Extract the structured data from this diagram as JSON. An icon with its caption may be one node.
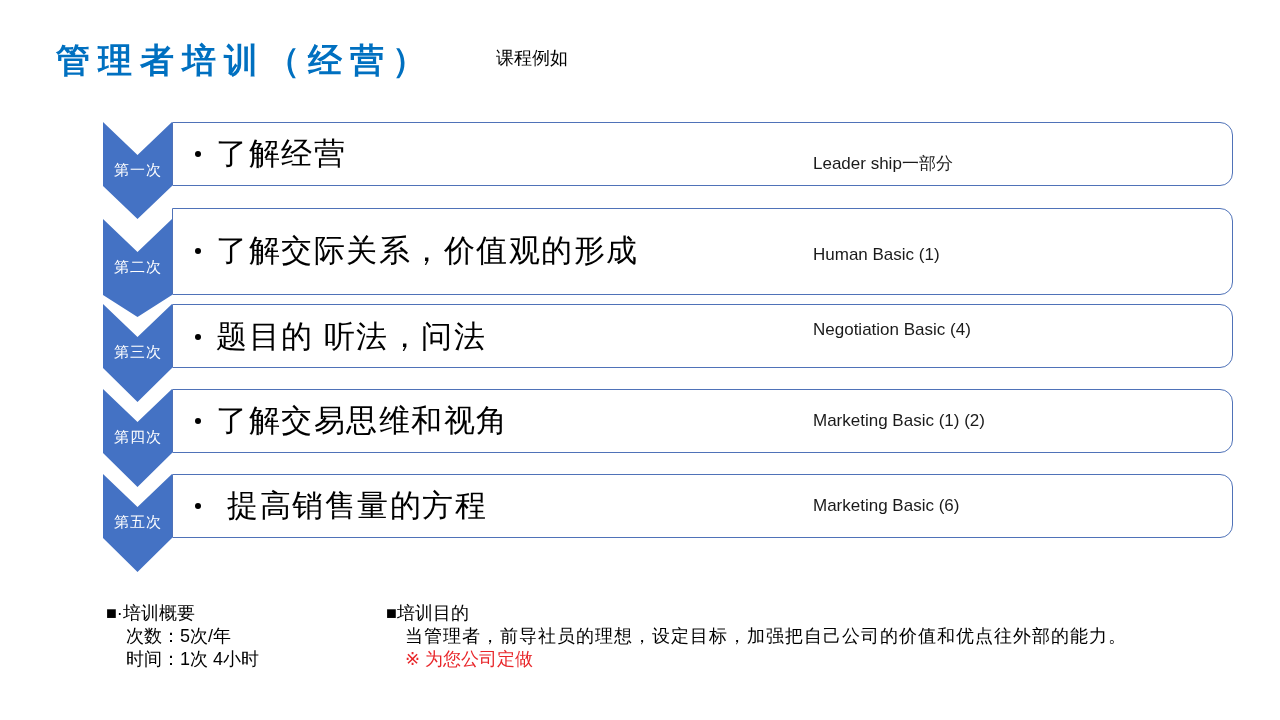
{
  "diagram": {
    "title": "管理者培训（经营）",
    "nodes": [
      {
        "text": [
          "第一次"
        ]
      },
      {
        "text": [
          "了解经营",
          "Leader ship一部分"
        ]
      },
      {
        "text": [
          "第二次"
        ]
      },
      {
        "text": [
          "了解交际关系，价值观的形成",
          "Human Basic (1)"
        ]
      },
      {
        "text": [
          "第三次"
        ]
      },
      {
        "text": [
          "题目的 听法，问法",
          "Negotiation Basic (4)"
        ]
      },
      {
        "text": [
          "第四次"
        ]
      },
      {
        "text": [
          "了解交易思维和视角",
          "Marketing Basic (1) (2)"
        ]
      },
      {
        "text": [
          "第五次"
        ]
      },
      {
        "text": [
          "提高销售量的方程",
          "Marketing Basic (6)"
        ]
      }
    ],
    "labels": [
      "课程例如",
      "■·培训概要",
      "次数：5次/年",
      "时间：1次 4小时",
      "■培训目的",
      "当管理者，前导社员的理想，设定目标，加强把自己公司的价值和优点往外部的能力。",
      "※ 为您公司定做"
    ]
  }
}
